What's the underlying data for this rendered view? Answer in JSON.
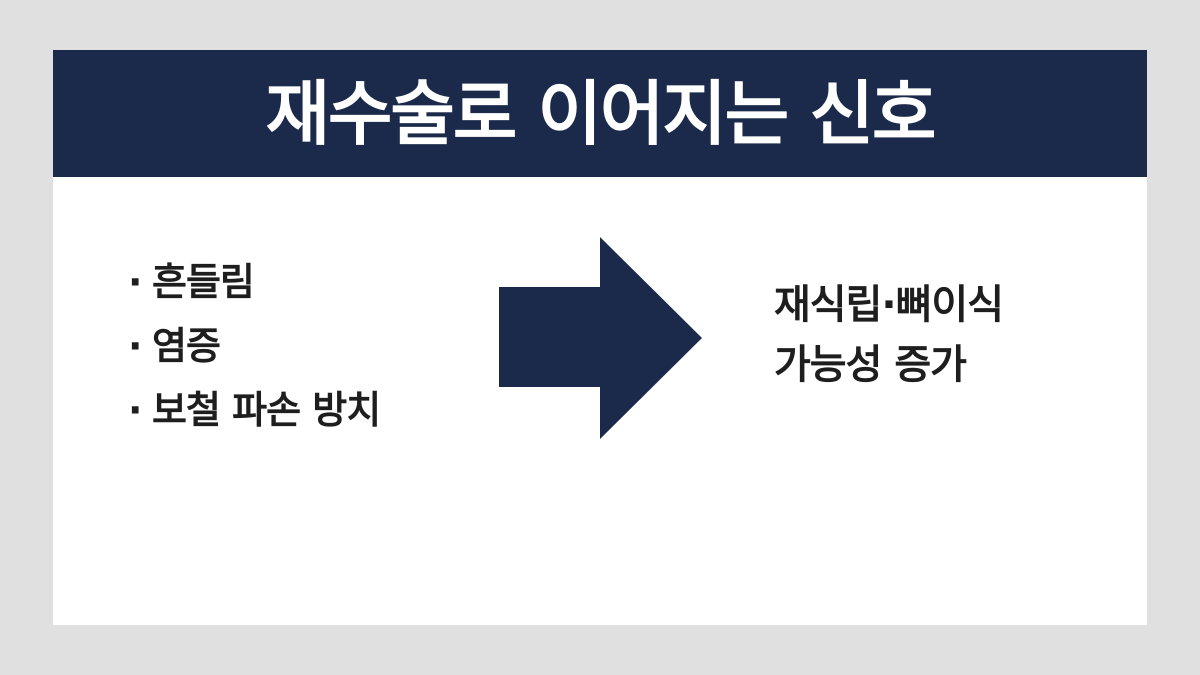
{
  "title": "재수술로 이어지는 신호",
  "causes": [
    {
      "bullet": "·",
      "text": "흔들림"
    },
    {
      "bullet": "·",
      "text": "염증"
    },
    {
      "bullet": "·",
      "text": "보철 파손 방치"
    }
  ],
  "result": {
    "line1": "재식립·뼈이식",
    "line2": "가능성 증가"
  },
  "colors": {
    "header_bg": "#1b2a4a",
    "arrow": "#1b2a4a",
    "page_bg": "#e0e0e0",
    "card_bg": "#ffffff",
    "text": "#1e1e1e"
  },
  "icons": {
    "arrow": "right-arrow-icon"
  }
}
